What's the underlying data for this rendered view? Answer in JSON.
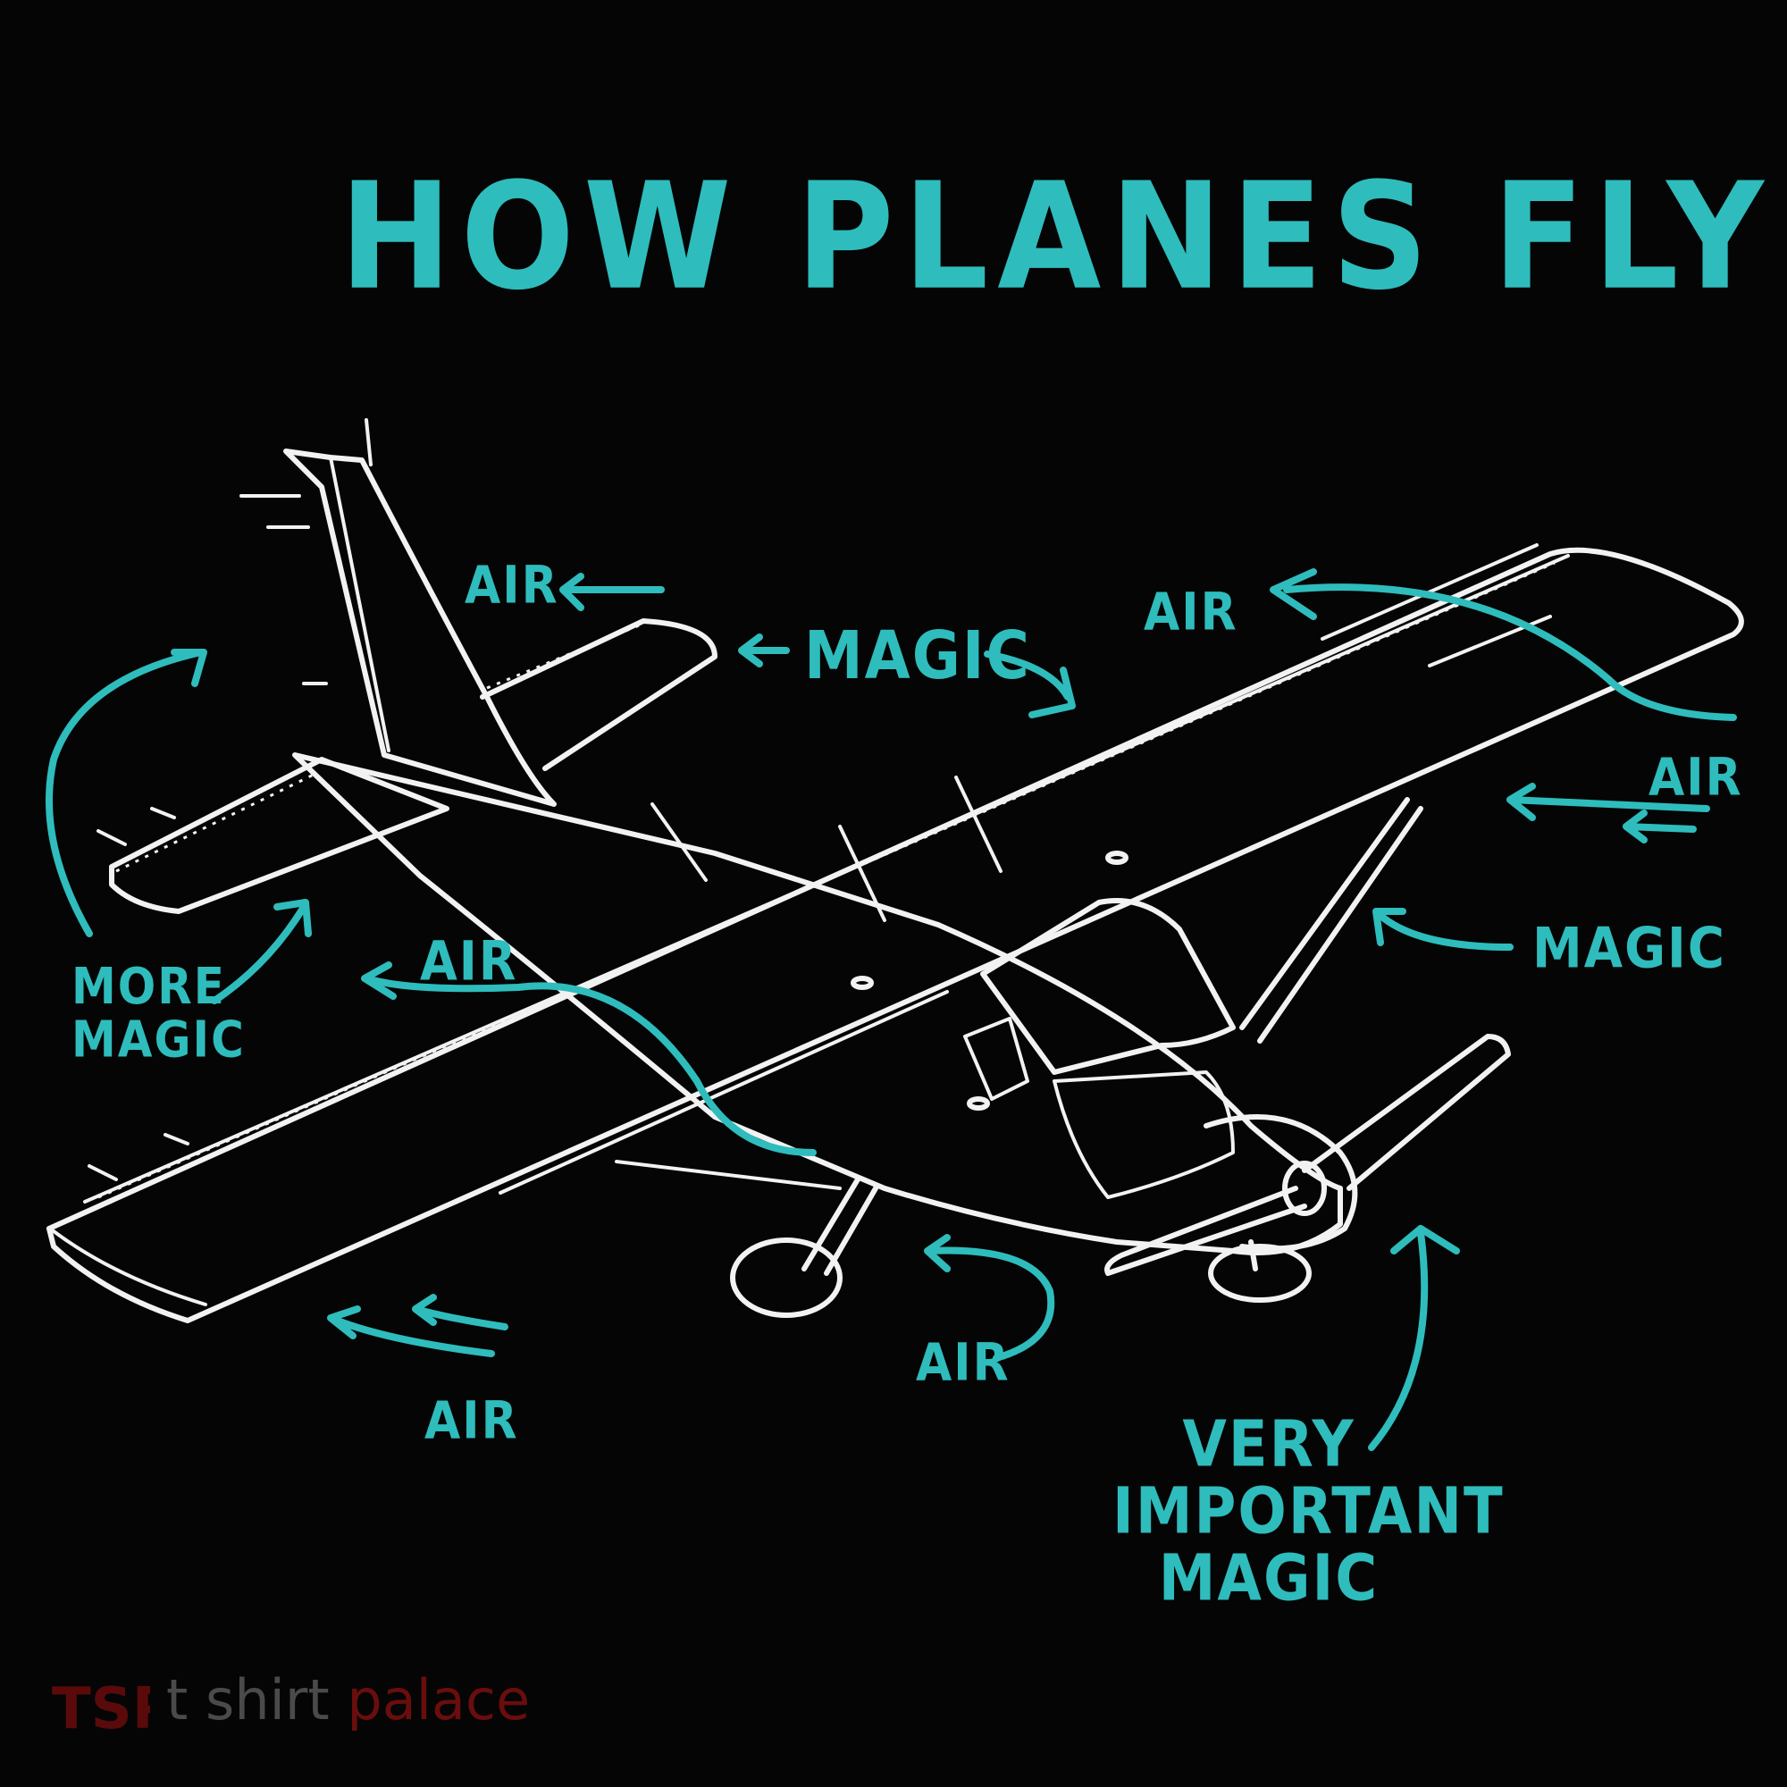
{
  "title": "HOW PLANES FLY",
  "labels": {
    "air_tail": "AIR",
    "magic_top": "MAGIC",
    "air_wing_top": "AIR",
    "air_right": "AIR",
    "magic_right": "MAGIC",
    "air_mid": "AIR",
    "more_magic_1": "MORE",
    "more_magic_2": "MAGIC",
    "air_bottom_left": "AIR",
    "air_bottom_center": "AIR",
    "very_important_1": "VERY",
    "very_important_2": "IMPORTANT",
    "very_important_3": "MAGIC"
  },
  "watermark": {
    "logo": "TSP",
    "text_1": "t shirt",
    "text_2": " palace"
  },
  "colors": {
    "background": "#000000",
    "accent": "#2fbcbc",
    "line": "#f2f2f2",
    "watermark": "#6a0d0d"
  }
}
